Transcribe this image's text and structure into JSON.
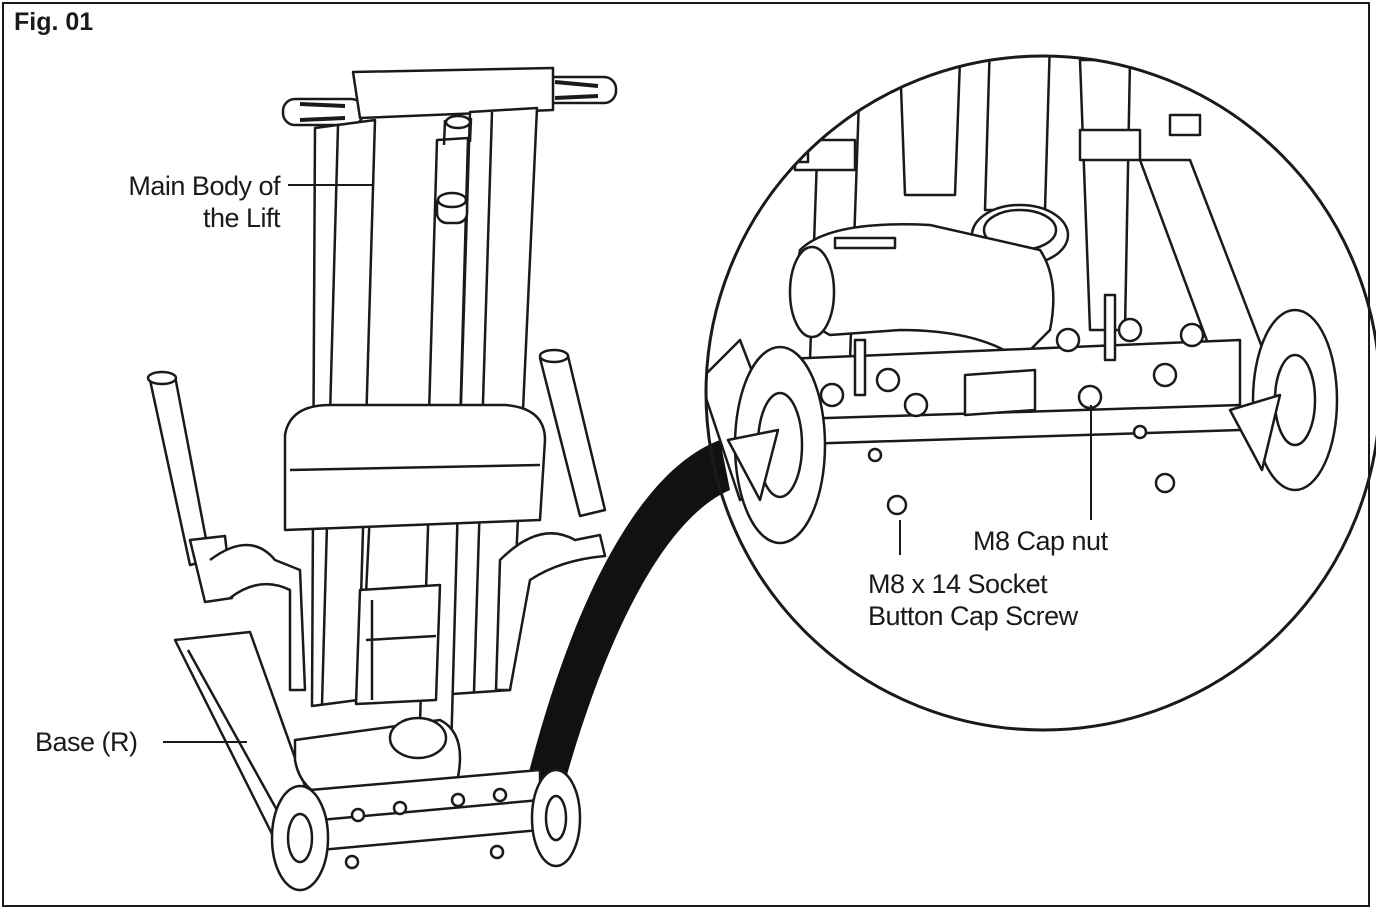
{
  "figure": {
    "label": "Fig. 01"
  },
  "callouts": {
    "main_body_line1": "Main Body of",
    "main_body_line2": "the Lift",
    "base": "Base (R)",
    "cap_nut": "M8 Cap nut",
    "screw_line1": "M8 x 14 Socket",
    "screw_line2": "Button Cap Screw"
  },
  "colors": {
    "line": "#1a1a1a",
    "fill": "#ffffff",
    "dark": "#111111"
  }
}
